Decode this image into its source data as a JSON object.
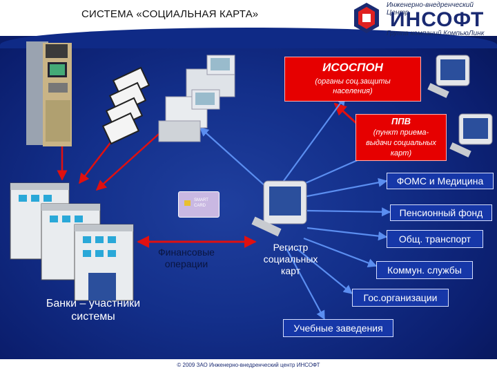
{
  "header": {
    "title": "СИСТЕМА «СОЦИАЛЬНАЯ КАРТА»",
    "logo_top": "Инженерно-внедренческий Центр",
    "logo_name": "ИНСОФТ",
    "logo_sub": "Группа компаний КомпьюЛинк"
  },
  "nodes": {
    "isospon_title": "ИСОСПОН",
    "isospon_sub": "(органы соц.защиты населения)",
    "ppv_title": "ППВ",
    "ppv_sub": "(пункт приема-выдачи социальных карт)",
    "foms": "ФОМС и Медицина",
    "pension": "Пенсионный фонд",
    "transport": "Общ. транспорт",
    "communal": "Коммун. службы",
    "gov": "Гос.организации",
    "education": "Учебные заведения",
    "register": "Регистр социальных карт",
    "finance": "Финансовые операции",
    "banks": "Банки – участники системы",
    "card_text": "SMART CARD"
  },
  "footer": {
    "text": "© 2009 ЗАО Инженерно-внедренческий центр ИНСОФТ"
  },
  "colors": {
    "background": "#132f8a",
    "red_box": "#e60000",
    "blue_box": "#1637a8",
    "arrow_red": "#e01010",
    "arrow_blue": "#5b8ef0"
  }
}
